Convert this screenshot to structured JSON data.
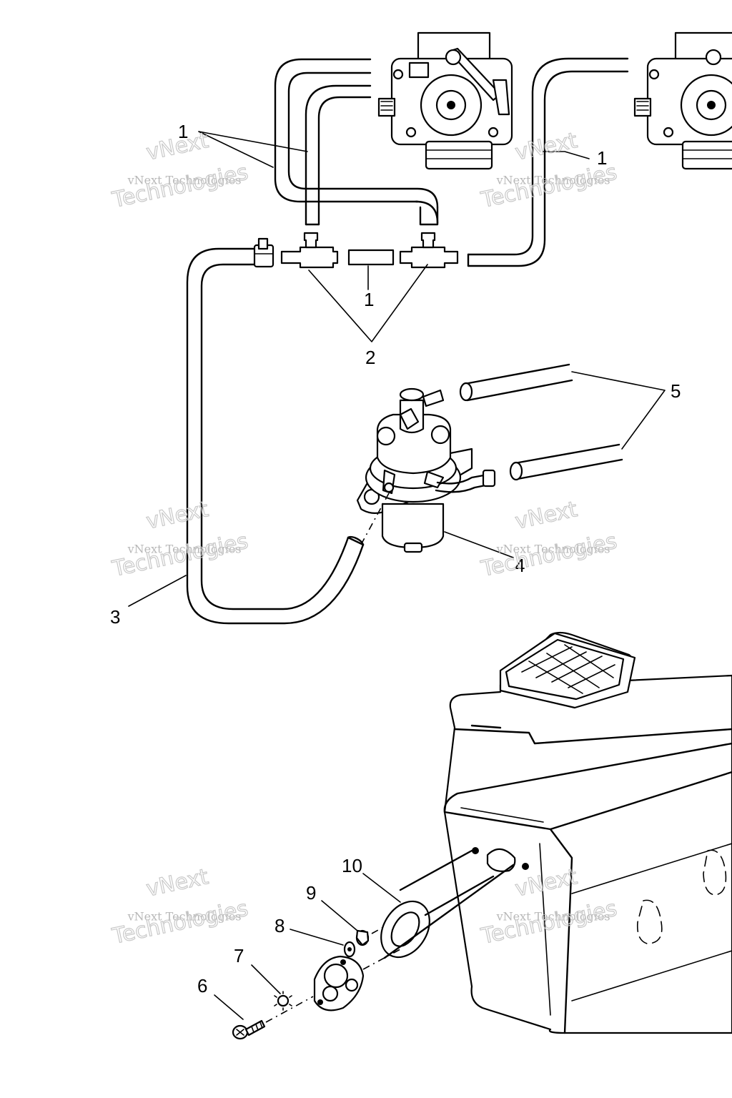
{
  "callouts": {
    "c1a": "1",
    "c1b": "1",
    "c1c": "1",
    "c2": "2",
    "c3": "3",
    "c4": "4",
    "c5": "5",
    "c6": "6",
    "c7": "7",
    "c8": "8",
    "c9": "9",
    "c10": "10"
  },
  "watermarks": {
    "brand_short": "vNext",
    "brand_full": "vNext Technologies",
    "brand_tail": "Technologies"
  }
}
